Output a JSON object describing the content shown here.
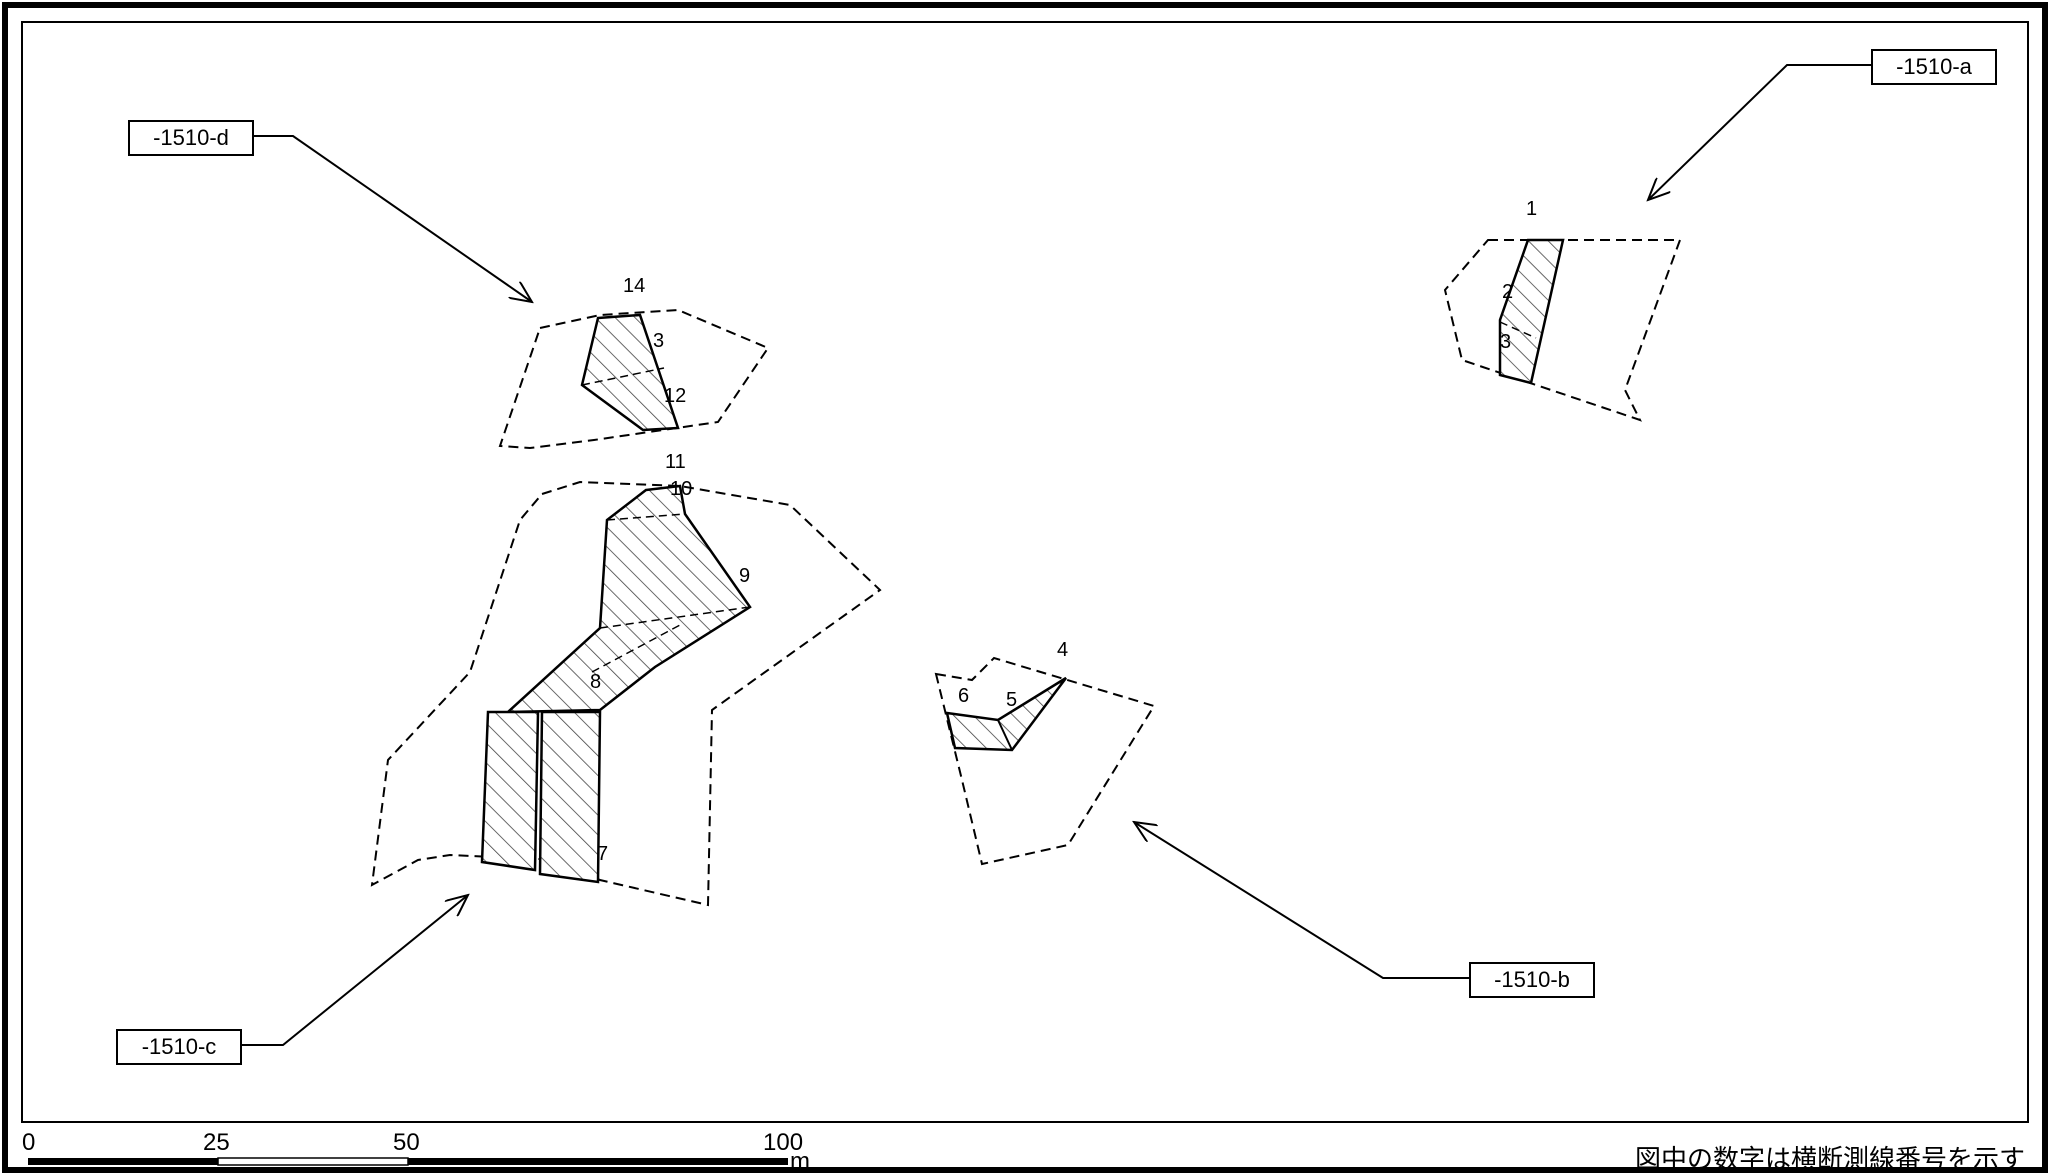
{
  "callouts": {
    "a": "-1510-a",
    "b": "-1510-b",
    "c": "-1510-c",
    "d": "-1510-d"
  },
  "section_numbers": {
    "n1": "1",
    "n2": "2",
    "n3a": "3",
    "n3d": "3",
    "n4": "4",
    "n5": "5",
    "n6": "6",
    "n7": "7",
    "n8": "8",
    "n9": "9",
    "n10": "10",
    "n11": "11",
    "n12": "12",
    "n14": "14"
  },
  "scale_bar": {
    "t0": "0",
    "t25": "25",
    "t50": "50",
    "t100": "100",
    "unit": "m"
  },
  "note": "図中の数字は横断測線番号を示す"
}
